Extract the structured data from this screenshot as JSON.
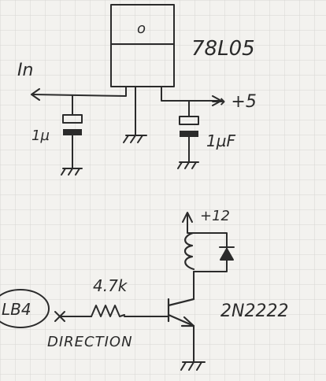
{
  "regulator": {
    "part": "78L05",
    "input_label": "In",
    "output_label": "→ +5",
    "pin_mark": "o",
    "input_cap": "1µ",
    "output_cap": "1µF"
  },
  "driver": {
    "supply_label": "+12",
    "resistor_value": "4.7k",
    "transistor": "2N2222",
    "pin_label": "LB4",
    "signal_label": "DIRECTION"
  }
}
